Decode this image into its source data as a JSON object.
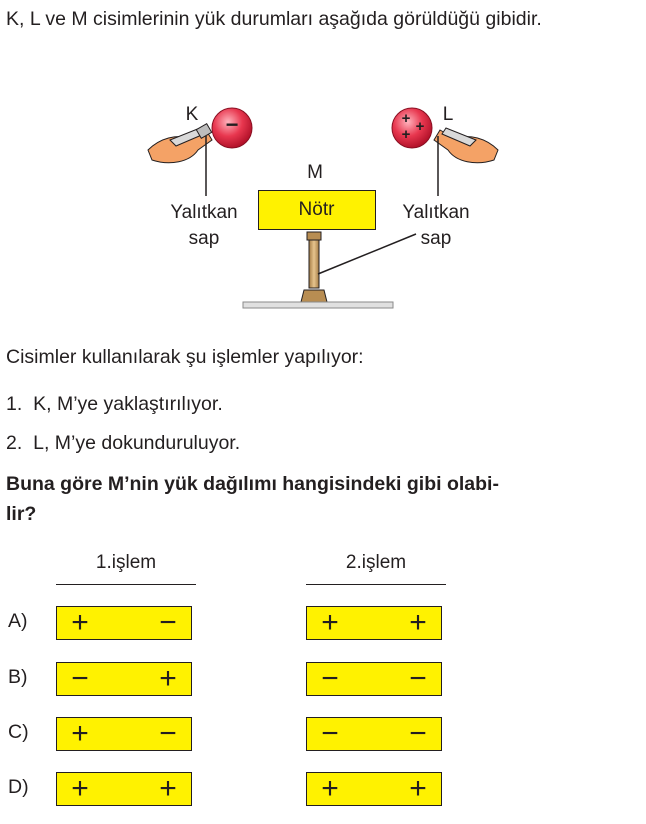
{
  "intro": "K, L ve M cisimlerinin yük durumları aşağıda görüldüğü gibidir.",
  "figure": {
    "k_label": "K",
    "l_label": "L",
    "m_label": "M",
    "m_box_text": "Nötr",
    "left_handle_line1": "Yalıtkan",
    "left_handle_line2": "sap",
    "right_handle_line1": "Yalıtkan",
    "right_handle_line2": "sap",
    "k_charge": "−",
    "l_charges": [
      "+",
      "+",
      "+"
    ],
    "colors": {
      "sphere": "#e8374f",
      "box": "#fff200",
      "stand": "#c9a36a",
      "hand": "#f4a266"
    }
  },
  "steps_intro": "Cisimler kullanılarak şu işlemler yapılıyor:",
  "steps": [
    {
      "num": "1.",
      "text": "K, M’ye yaklaştırılıyor."
    },
    {
      "num": "2.",
      "text": "L, M’ye dokunduruluyor."
    }
  ],
  "question": "Buna göre M’nin yük dağılımı hangisindeki gibi olabilir?",
  "question_line1": "Buna göre M’nin yük dağılımı hangisindeki gibi olabi-",
  "question_line2": "lir?",
  "columns": [
    "1.işlem",
    "2.işlem"
  ],
  "options": [
    {
      "letter": "A)",
      "first": [
        "+",
        "−"
      ],
      "second": [
        "+",
        "+"
      ]
    },
    {
      "letter": "B)",
      "first": [
        "−",
        "+"
      ],
      "second": [
        "−",
        "−"
      ]
    },
    {
      "letter": "C)",
      "first": [
        "+",
        "−"
      ],
      "second": [
        "−",
        "−"
      ]
    },
    {
      "letter": "D)",
      "first": [
        "+",
        "+"
      ],
      "second": [
        "+",
        "+"
      ]
    }
  ]
}
